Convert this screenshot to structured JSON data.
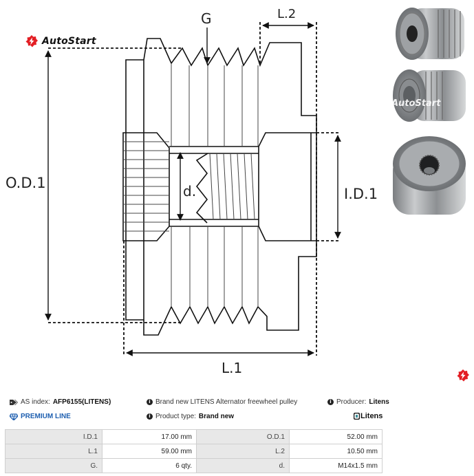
{
  "brand": {
    "name": "AutoStart",
    "color": "#e31e24"
  },
  "drawing": {
    "labels": {
      "groove": "G",
      "length2": "L.2",
      "outer_diameter": "O.D.1",
      "inner_diameter": "I.D.1",
      "thread": "d.",
      "length1": "L.1"
    }
  },
  "photos": {
    "watermark": "AutoStart",
    "items": [
      "pulley-front-view",
      "pulley-angled-view",
      "pulley-end-view"
    ]
  },
  "info": {
    "as_index_label": "AS index:",
    "as_index_value": "AFP6155(LITENS)",
    "premium_label": "PREMIUM LINE",
    "description": "Brand new LITENS Alternator freewheel pulley",
    "product_type_label": "Product type:",
    "product_type_value": "Brand new",
    "producer_label": "Producer:",
    "producer_value": "Litens",
    "producer_logo": "Litens",
    "premium_color": "#1e5fb0"
  },
  "specs": [
    {
      "k1": "I.D.1",
      "v1": "17.00 mm",
      "k2": "O.D.1",
      "v2": "52.00 mm"
    },
    {
      "k1": "L.1",
      "v1": "59.00 mm",
      "k2": "L.2",
      "v2": "10.50 mm"
    },
    {
      "k1": "G.",
      "v1": "6 qty.",
      "k2": "d.",
      "v2": "M14x1.5 mm"
    }
  ]
}
